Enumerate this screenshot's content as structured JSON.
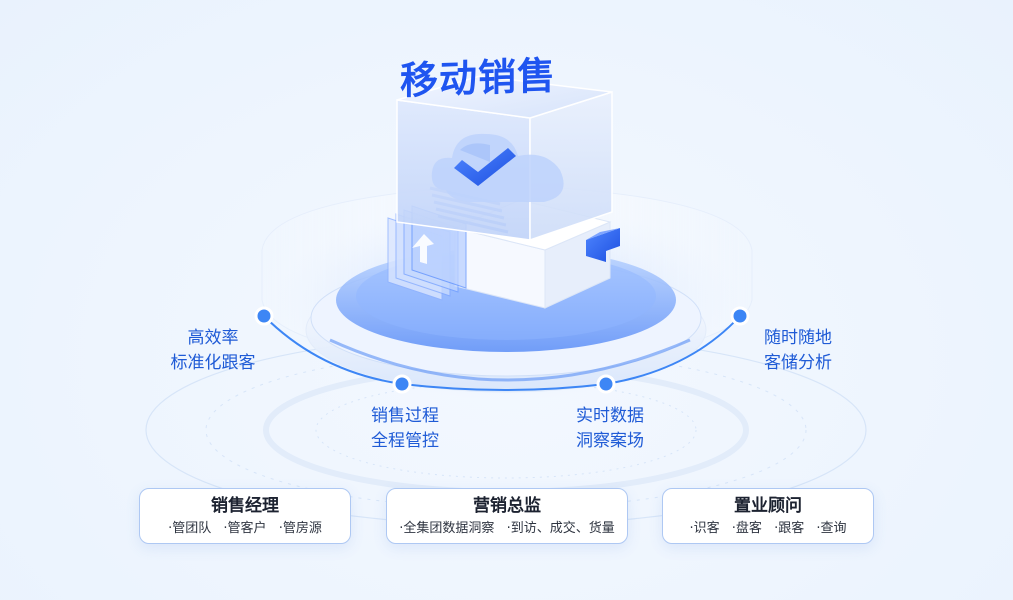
{
  "title": "移动销售",
  "features": [
    {
      "line1": "高效率",
      "line2": "标准化跟客"
    },
    {
      "line1": "销售过程",
      "line2": "全程管控"
    },
    {
      "line1": "实时数据",
      "line2": "洞察案场"
    },
    {
      "line1": "随时随地",
      "line2": "客储分析"
    }
  ],
  "cards": [
    {
      "title": "销售经理",
      "items": [
        "·管团队",
        "·管客户",
        "·管房源"
      ]
    },
    {
      "title": "营销总监",
      "items": [
        "·全集团数据洞察",
        "·到访、成交、货量"
      ]
    },
    {
      "title": "置业顾问",
      "items": [
        "·识客",
        "·盘客",
        "·跟客",
        "·查询"
      ]
    }
  ],
  "colors": {
    "accent": "#1f55f0",
    "node": "#3d86f5",
    "text_blue": "#1f5bd6",
    "card_border": "#aec8f3"
  },
  "icons": [
    "cloud-icon",
    "arrow-up-icon",
    "arrow-left-icon",
    "cube-icon"
  ]
}
